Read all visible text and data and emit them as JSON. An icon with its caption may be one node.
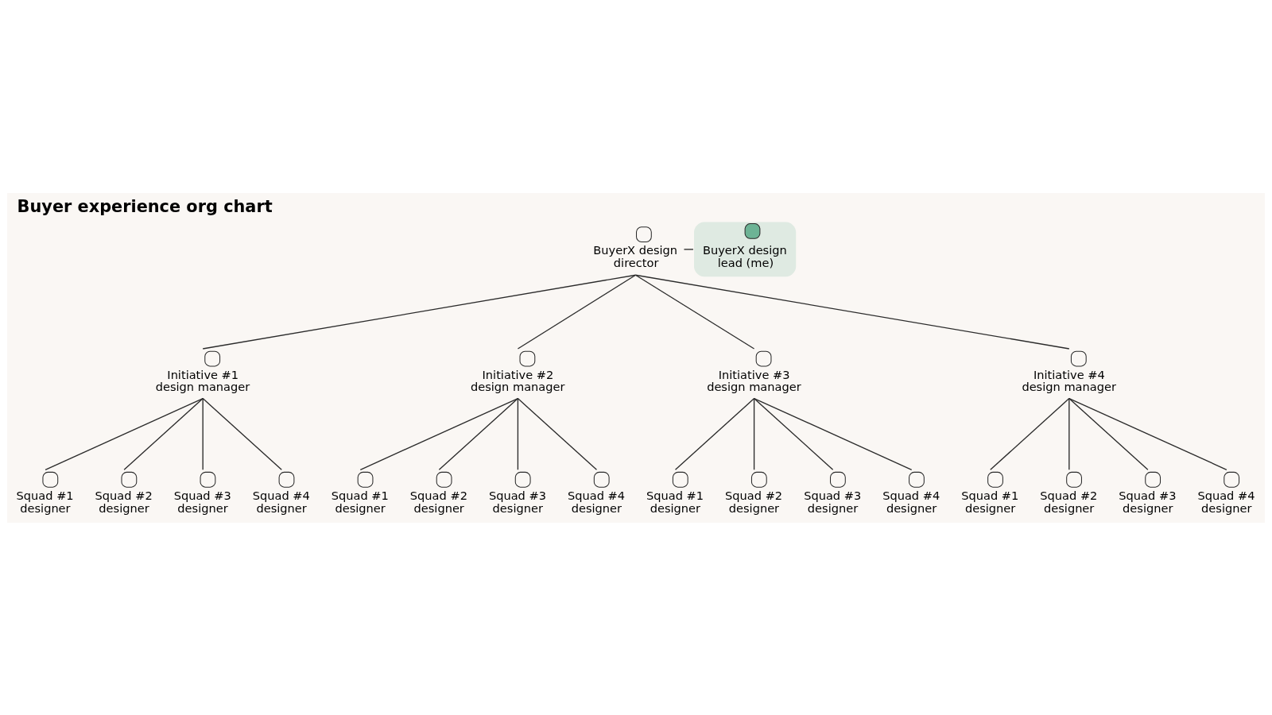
{
  "diagram": {
    "title": "Buyer experience org chart",
    "nodes": [
      {
        "text": [
          "BuyerX design director"
        ]
      },
      {
        "text": [
          "BuyerX design lead (me)"
        ]
      },
      {
        "text": [
          "Initiative #1 design manager"
        ]
      },
      {
        "text": [
          "Initiative #2 design manager"
        ]
      },
      {
        "text": [
          "Initiative #3 design manager"
        ]
      },
      {
        "text": [
          "Initiative #4 design manager"
        ]
      },
      {
        "text": [
          "Squad #1 designer"
        ]
      },
      {
        "text": [
          "Squad #2 designer"
        ]
      },
      {
        "text": [
          "Squad #3 designer"
        ]
      },
      {
        "text": [
          "Squad #4 designer"
        ]
      },
      {
        "text": [
          "Squad #1 designer"
        ]
      },
      {
        "text": [
          "Squad #2 designer"
        ]
      },
      {
        "text": [
          "Squad #3 designer"
        ]
      },
      {
        "text": [
          "Squad #4 designer"
        ]
      },
      {
        "text": [
          "Squad #1 designer"
        ]
      },
      {
        "text": [
          "Squad #2 designer"
        ]
      },
      {
        "text": [
          "Squad #3 designer"
        ]
      },
      {
        "text": [
          "Squad #4 designer"
        ]
      },
      {
        "text": [
          "Squad #1 designer"
        ]
      },
      {
        "text": [
          "Squad #2 designer"
        ]
      },
      {
        "text": [
          "Squad #3 designer"
        ]
      },
      {
        "text": [
          "Squad #4 designer"
        ]
      }
    ],
    "edges": [
      {
        "from": 0,
        "to": 1,
        "arrow": "none"
      },
      {
        "from": 0,
        "to": 2,
        "arrow": "none"
      },
      {
        "from": 0,
        "to": 3,
        "arrow": "none"
      },
      {
        "from": 0,
        "to": 4,
        "arrow": "none"
      },
      {
        "from": 0,
        "to": 5,
        "arrow": "none"
      },
      {
        "from": 2,
        "to": 6,
        "arrow": "none"
      },
      {
        "from": 2,
        "to": 7,
        "arrow": "none"
      },
      {
        "from": 2,
        "to": 8,
        "arrow": "none"
      },
      {
        "from": 2,
        "to": 9,
        "arrow": "none"
      },
      {
        "from": 3,
        "to": 10,
        "arrow": "none"
      },
      {
        "from": 3,
        "to": 11,
        "arrow": "none"
      },
      {
        "from": 3,
        "to": 12,
        "arrow": "none"
      },
      {
        "from": 3,
        "to": 13,
        "arrow": "none"
      },
      {
        "from": 4,
        "to": 14,
        "arrow": "none"
      },
      {
        "from": 4,
        "to": 15,
        "arrow": "none"
      },
      {
        "from": 4,
        "to": 16,
        "arrow": "none"
      },
      {
        "from": 4,
        "to": 17,
        "arrow": "none"
      },
      {
        "from": 5,
        "to": 18,
        "arrow": "none"
      },
      {
        "from": 5,
        "to": 19,
        "arrow": "none"
      },
      {
        "from": 5,
        "to": 20,
        "arrow": "none"
      },
      {
        "from": 5,
        "to": 21,
        "arrow": "none"
      }
    ]
  }
}
